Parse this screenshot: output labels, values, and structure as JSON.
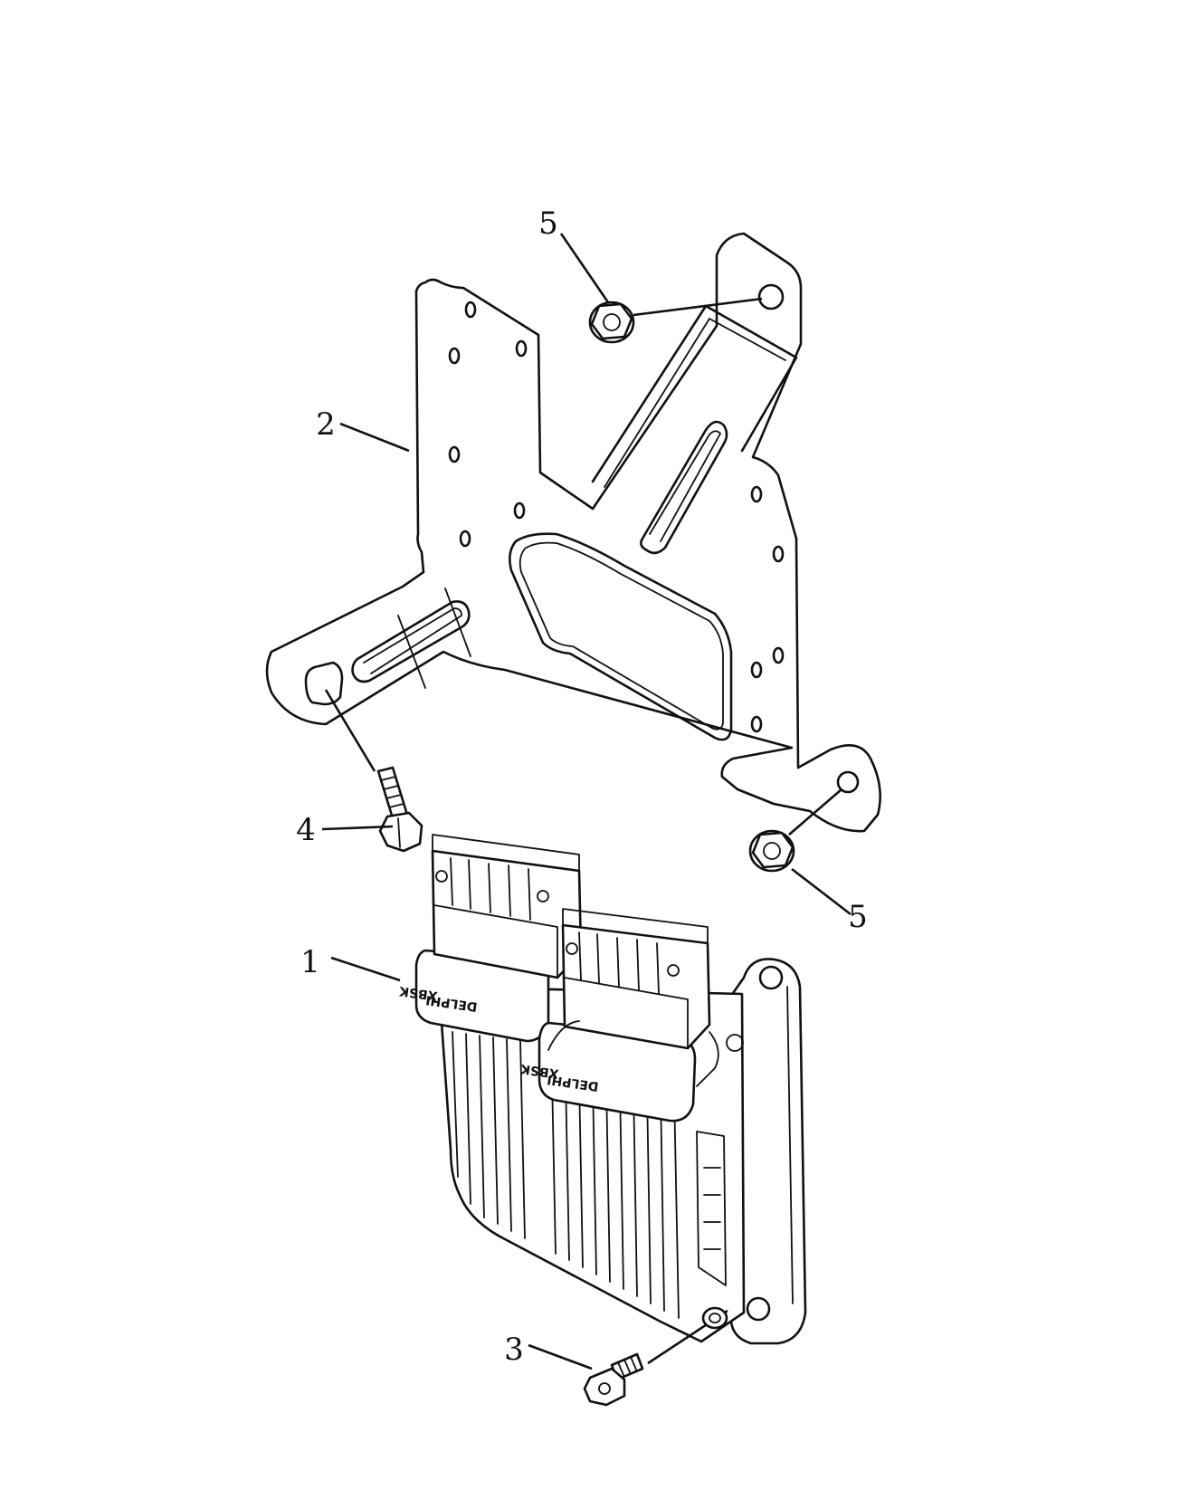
{
  "callouts": [
    {
      "id": "1",
      "label": "1"
    },
    {
      "id": "2",
      "label": "2"
    },
    {
      "id": "3",
      "label": "3"
    },
    {
      "id": "4",
      "label": "4"
    },
    {
      "id": "5a",
      "label": "5"
    },
    {
      "id": "5b",
      "label": "5"
    }
  ],
  "module_brand": "DELPHI",
  "module_mark": "XBSK"
}
